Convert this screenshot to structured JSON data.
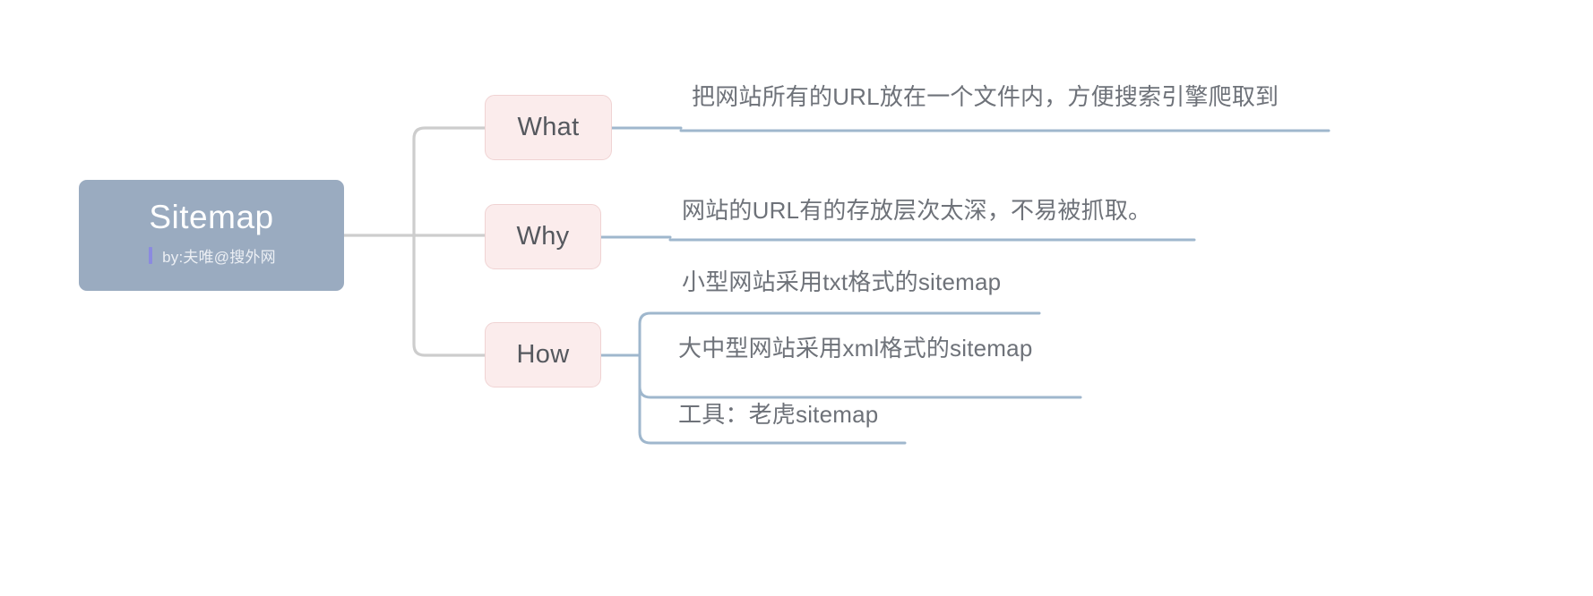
{
  "diagram": {
    "type": "mind-map",
    "background": "#ffffff",
    "root": {
      "title": "Sitemap",
      "subtitle": "by:夫唯@搜外网",
      "fill": "#9aabc0",
      "text_color": "#ffffff",
      "accent_bar_color": "#8b8ae0"
    },
    "branch_style": {
      "fill": "#fbecec",
      "border": "#f0d3d3",
      "text_color": "#55585e"
    },
    "connector_colors": {
      "root_to_branch": "#cdcdcd",
      "branch_to_leaf": "#9fb7cd"
    },
    "branches": [
      {
        "label": "What",
        "children": [
          {
            "text": "把网站所有的URL放在一个文件内，方便搜索引擎爬取到"
          }
        ]
      },
      {
        "label": "Why",
        "children": [
          {
            "text": "网站的URL有的存放层次太深，不易被抓取。"
          }
        ]
      },
      {
        "label": "How",
        "children": [
          {
            "text": "小型网站采用txt格式的sitemap"
          },
          {
            "text": "大中型网站采用xml格式的sitemap"
          },
          {
            "text": "工具：老虎sitemap"
          }
        ]
      }
    ]
  }
}
